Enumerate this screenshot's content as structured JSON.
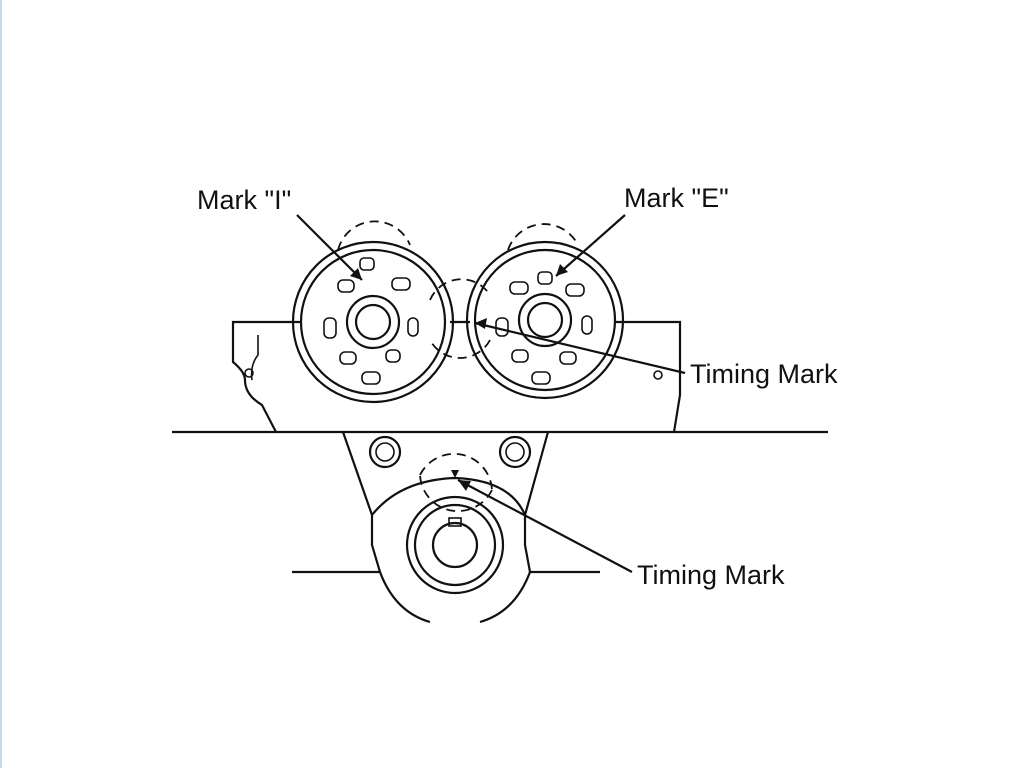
{
  "labels": {
    "mark_i": "Mark \"I\"",
    "mark_e": "Mark \"E\"",
    "timing_mark_cam": "Timing Mark",
    "timing_mark_crank": "Timing Mark"
  }
}
